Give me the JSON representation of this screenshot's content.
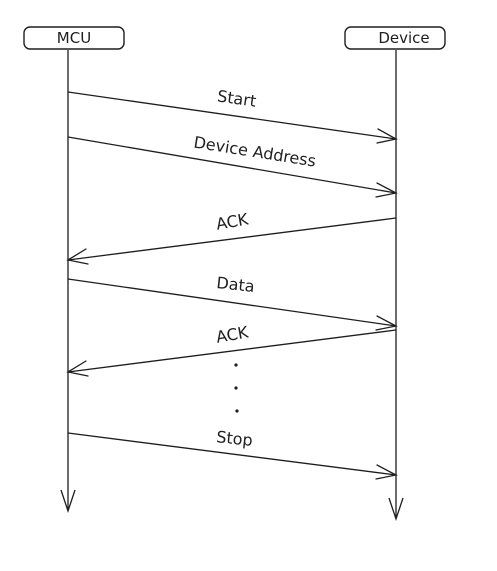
{
  "diagram": {
    "type": "sequence",
    "actors": [
      {
        "id": "mcu",
        "label": "MCU"
      },
      {
        "id": "device",
        "label": "Device"
      }
    ],
    "messages": [
      {
        "from": "mcu",
        "to": "device",
        "label": "Start"
      },
      {
        "from": "mcu",
        "to": "device",
        "label": "Device Address"
      },
      {
        "from": "device",
        "to": "mcu",
        "label": "ACK"
      },
      {
        "from": "mcu",
        "to": "device",
        "label": "Data"
      },
      {
        "from": "device",
        "to": "mcu",
        "label": "ACK"
      },
      {
        "from": "mcu",
        "to": "device",
        "label": "Stop"
      }
    ],
    "ellipsis": "..."
  },
  "colors": {
    "stroke": "#1e1e1e",
    "background": "#ffffff"
  }
}
